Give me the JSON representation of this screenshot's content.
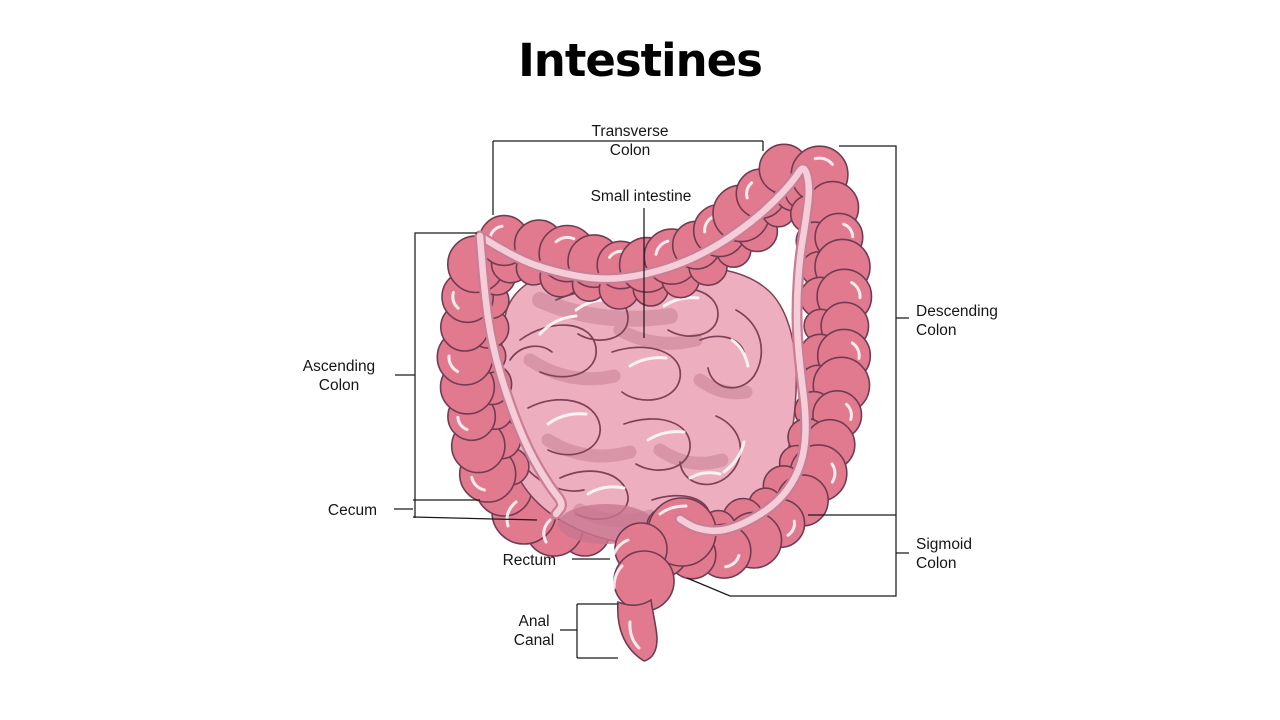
{
  "title": "Intestines",
  "labels": {
    "transverse_colon": "Transverse\nColon",
    "small_intestine": "Small intestine",
    "descending_colon": "Descending\nColon",
    "ascending_colon": "Ascending\nColon",
    "cecum": "Cecum",
    "rectum": "Rectum",
    "anal_canal": "Anal\nCanal",
    "sigmoid_colon": "Sigmoid\nColon"
  },
  "colors": {
    "background": "#ffffff",
    "title_text": "#000000",
    "label_text": "#161616",
    "leader_line": "#1a1a1a",
    "colon_fill": "#e17a8f",
    "colon_outline": "#713c52",
    "taenia_stripe": "#f4cdd8",
    "taenia_edge": "#ca7e95",
    "small_intestine_fill": "#edaebf",
    "small_intestine_line": "#7d4258",
    "small_intestine_shadow": "#d893a7",
    "deep_shadow": "#c97590",
    "highlight": "#ffffff"
  }
}
